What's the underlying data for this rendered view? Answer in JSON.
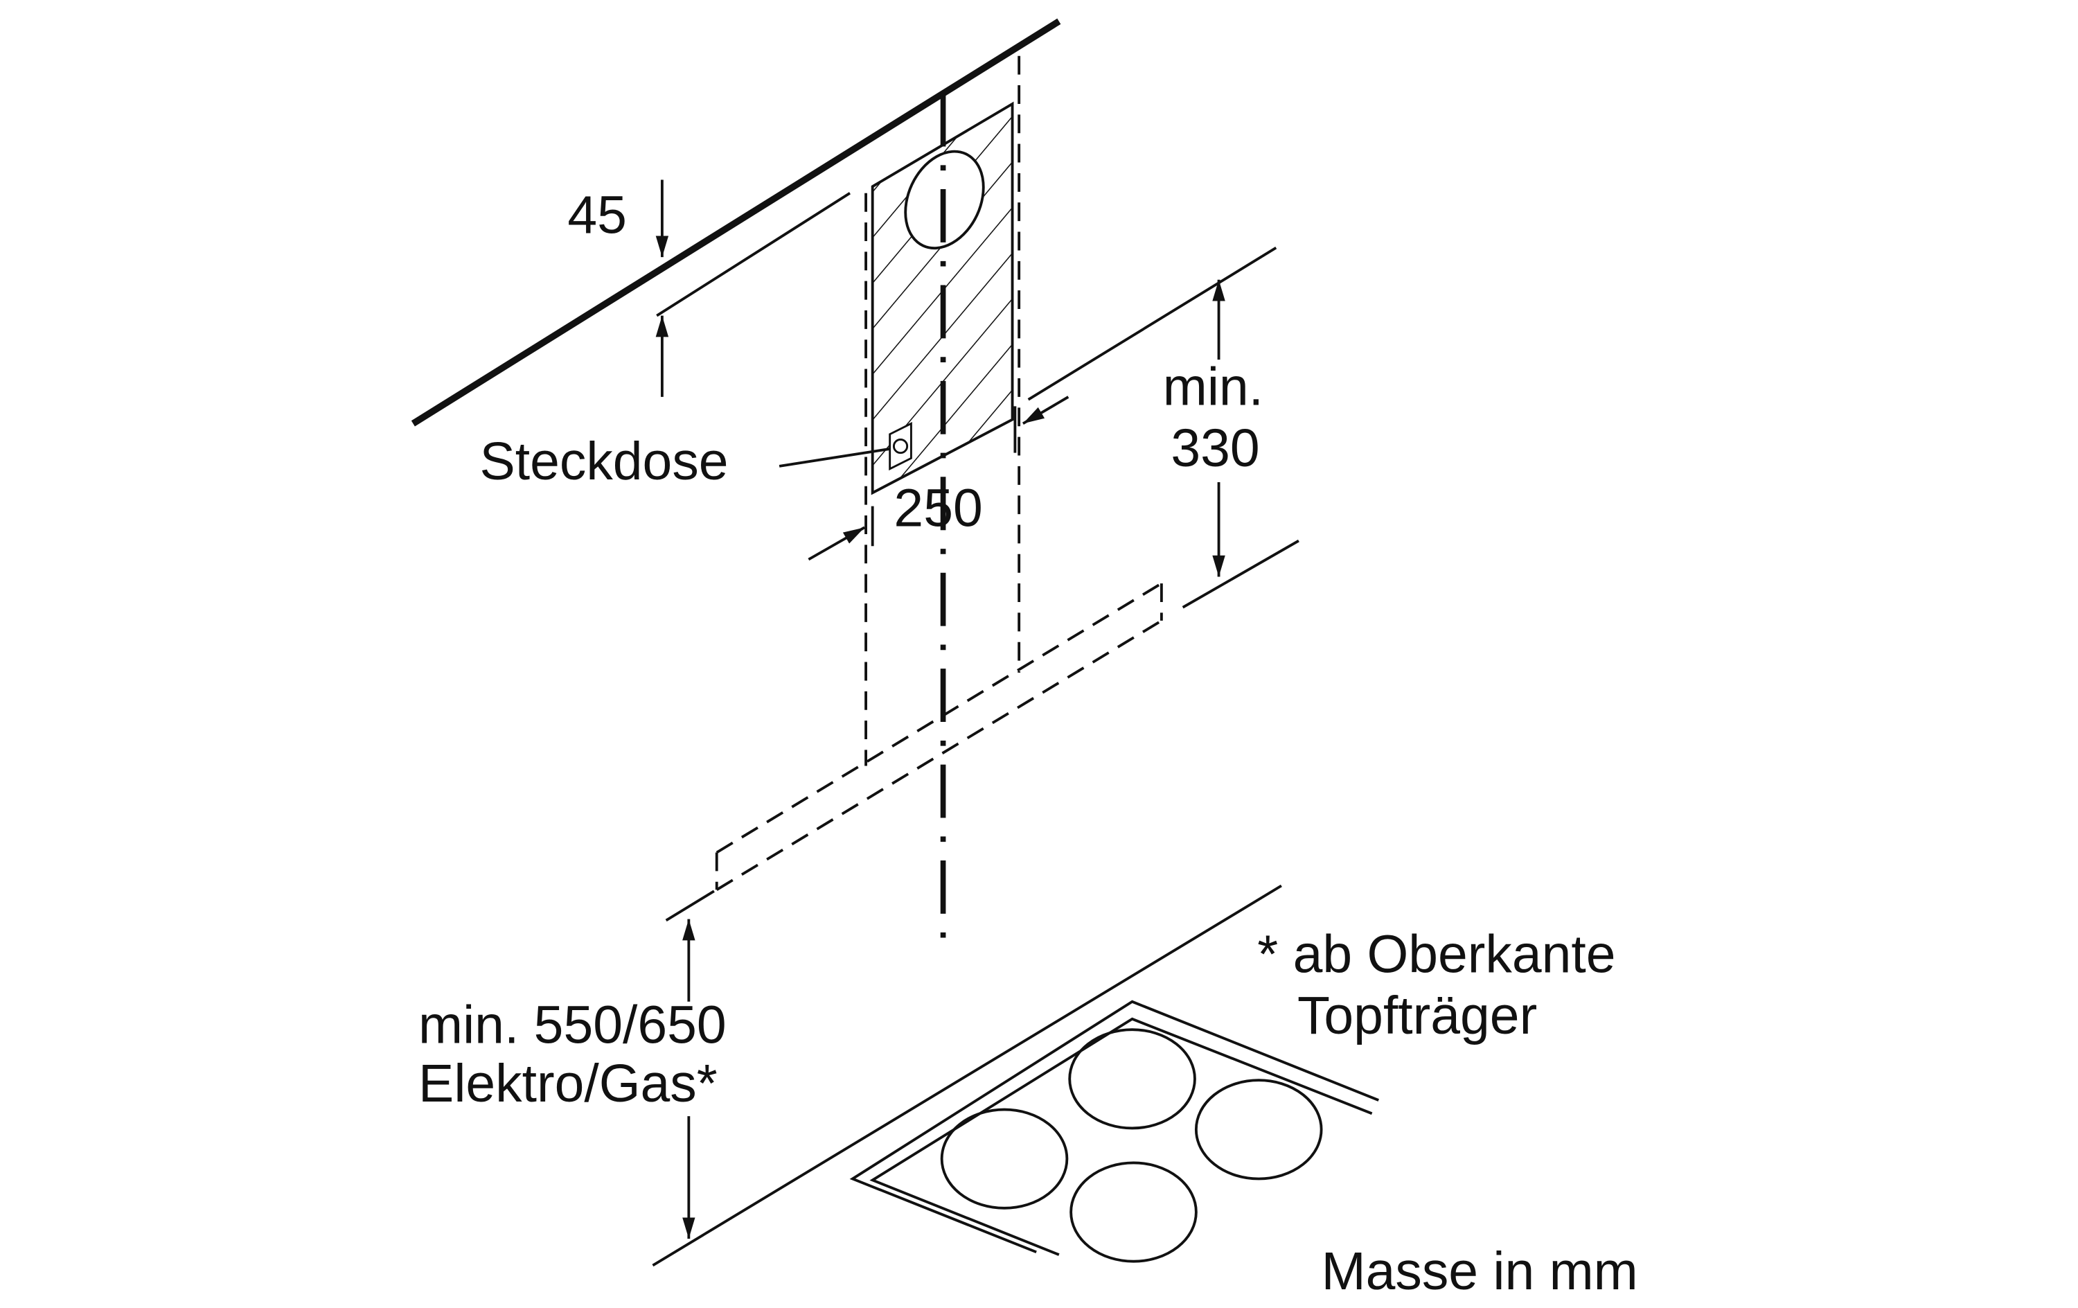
{
  "drawing": {
    "dim_wall_offset": "45",
    "socket_label": "Steckdose",
    "dim_width": "250",
    "dim_min_top_line1": "min.",
    "dim_min_top_line2": "330",
    "dim_hob_line1": "min. 550/650",
    "dim_hob_line2": "Elektro/Gas*",
    "footnote_line1": "* ab Oberkante",
    "footnote_line2": "Topfträger",
    "units_note": "Masse in mm"
  }
}
